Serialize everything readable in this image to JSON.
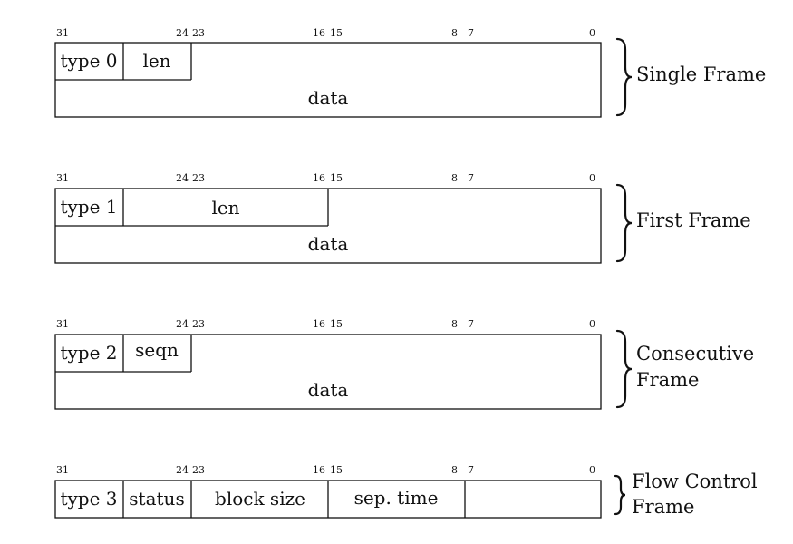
{
  "bit_labels": [
    "31",
    "24",
    "23",
    "16",
    "15",
    "8",
    "7",
    "0"
  ],
  "frames": [
    {
      "label_lines": [
        "Single Frame"
      ],
      "top_fields": [
        "type 0",
        "len"
      ],
      "data_label": "data"
    },
    {
      "label_lines": [
        "First Frame"
      ],
      "top_fields": [
        "type 1",
        "len"
      ],
      "data_label": "data"
    },
    {
      "label_lines": [
        "Consecutive",
        "Frame"
      ],
      "top_fields": [
        "type 2",
        "seqn"
      ],
      "data_label": "data"
    },
    {
      "label_lines": [
        "Flow Control",
        "Frame"
      ],
      "top_fields": [
        "type 3",
        "status",
        "block size",
        "sep. time",
        ""
      ],
      "data_label": ""
    }
  ]
}
